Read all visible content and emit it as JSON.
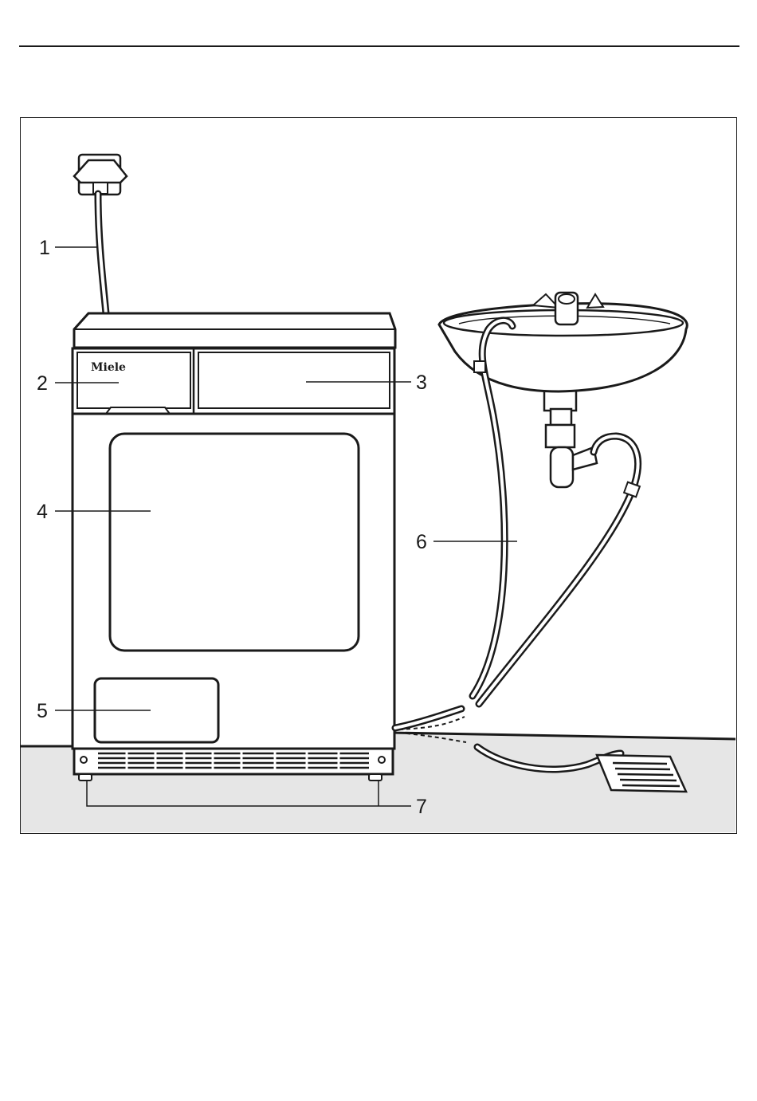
{
  "brand": "Miele",
  "callouts": [
    "1",
    "2",
    "3",
    "4",
    "5",
    "6",
    "7"
  ],
  "colors": {
    "line": "#1a1a1a",
    "floor": "#e6e6e6",
    "appliance": "#ffffff"
  }
}
